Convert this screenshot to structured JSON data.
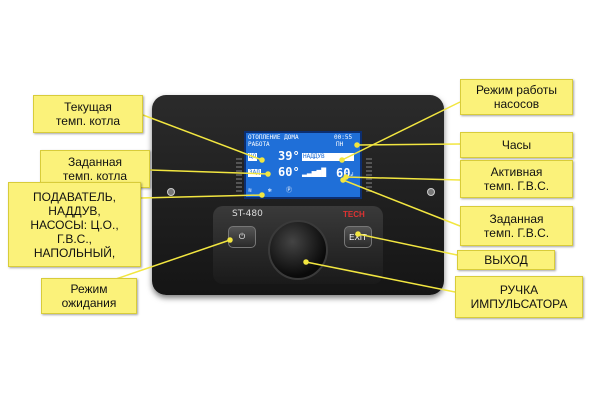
{
  "callouts": {
    "current_boiler_temp": "Текущая\nтемп. котла",
    "set_boiler_temp": "Заданная\nтемп. котла",
    "devices": "ПОДАВАТЕЛЬ,\nНАДДУВ,\nНАСОСЫ: Ц.О.,\nГ.В.С.,\nНАПОЛЬНЫЙ,",
    "standby": "Режим\nожидания",
    "pump_mode": "Режим работы\nнасосов",
    "clock": "Часы",
    "active_dhw_temp": "Активная\nтемп. Г.В.С.",
    "set_dhw_temp": "Заданная\nтемп. Г.В.С.",
    "exit": "ВЫХОД",
    "knob": "РУЧКА\nИМПУЛЬСАТОРА"
  },
  "device": {
    "model": "ST-480",
    "brand": "TECH",
    "lcd": {
      "line1": "ОТОПЛЕНИЕ ДОМА",
      "line2": "РАБОТА",
      "time": "00:55",
      "weekday": "ПН",
      "co_label": "ЦО",
      "co_temp": "39°",
      "set_label": "ЗАД",
      "set_temp": "60°",
      "fan_label": "НАДДУВ",
      "dhw_temp": "60"
    },
    "exit_label": "EXIT"
  },
  "colors": {
    "callout_bg": "#fbf27a",
    "lcd_bg": "#1f6fd8",
    "line": "#f2e640"
  }
}
